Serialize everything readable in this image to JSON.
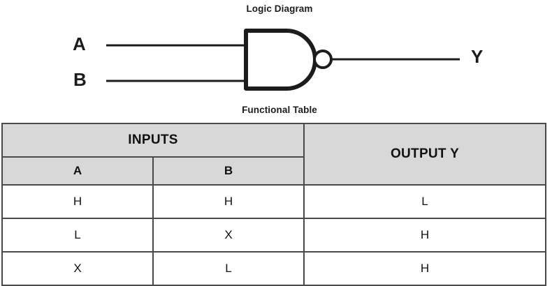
{
  "diagram": {
    "title": "Logic Diagram",
    "gate_type": "nand-gate",
    "inputs": [
      {
        "label": "A"
      },
      {
        "label": "B"
      }
    ],
    "output": {
      "label": "Y"
    },
    "colors": {
      "line": "#1c1c1c",
      "gate_fill": "#ffffff"
    }
  },
  "table": {
    "title": "Functional Table",
    "group_headers": [
      {
        "label": "INPUTS",
        "colspan": 2
      },
      {
        "label": "OUTPUT Y",
        "colspan": 1,
        "rowspan": 2
      }
    ],
    "sub_headers": [
      {
        "label": "A"
      },
      {
        "label": "B"
      }
    ],
    "rows": [
      {
        "a": "H",
        "b": "H",
        "y": "L"
      },
      {
        "a": "L",
        "b": "X",
        "y": "H"
      },
      {
        "a": "X",
        "b": "L",
        "y": "H"
      }
    ],
    "colors": {
      "header_bg": "#d8d8d8",
      "cell_bg": "#ffffff",
      "border": "#4a4a4a",
      "text": "#111111"
    }
  }
}
